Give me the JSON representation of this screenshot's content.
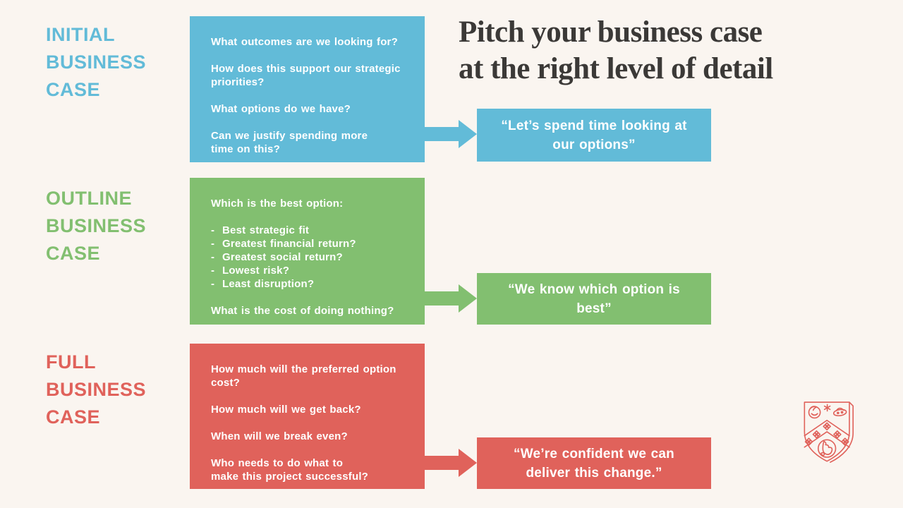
{
  "colors": {
    "bg": "#FAF5F0",
    "blue": "#62BBD8",
    "green": "#82BF70",
    "red": "#E0625B",
    "title": "#3B3937",
    "white": "#FFFFFF"
  },
  "title": {
    "line1": "Pitch your business case",
    "line2": "at the right level of detail"
  },
  "stages": [
    {
      "label": "INITIAL\nBUSINESS\nCASE",
      "questions": [
        "What outcomes are we looking for?",
        "How does this support our strategic\npriorities?",
        "What options do we have?",
        "Can we justify spending more\ntime on this?"
      ],
      "quote": "“Let’s spend time looking at\nour options”"
    },
    {
      "label": "OUTLINE\nBUSINESS\nCASE",
      "intro": "Which is the best option:",
      "bullet_marker": "-",
      "bullets": [
        "Best strategic fit",
        "Greatest financial return?",
        "Greatest social return?",
        "Lowest risk?",
        "Least disruption?"
      ],
      "outro": "What is the cost of doing nothing?",
      "quote": "“We know which option is\nbest”"
    },
    {
      "label": "FULL\nBUSINESS\nCASE",
      "questions": [
        "How much will the preferred option\ncost?",
        "How much will we get back?",
        "When will we break even?",
        "Who needs to do what to\nmake this project successful?"
      ],
      "quote": "“We’re confident we can\ndeliver this change.”"
    }
  ],
  "logo": {
    "icon": "shield-crest"
  }
}
